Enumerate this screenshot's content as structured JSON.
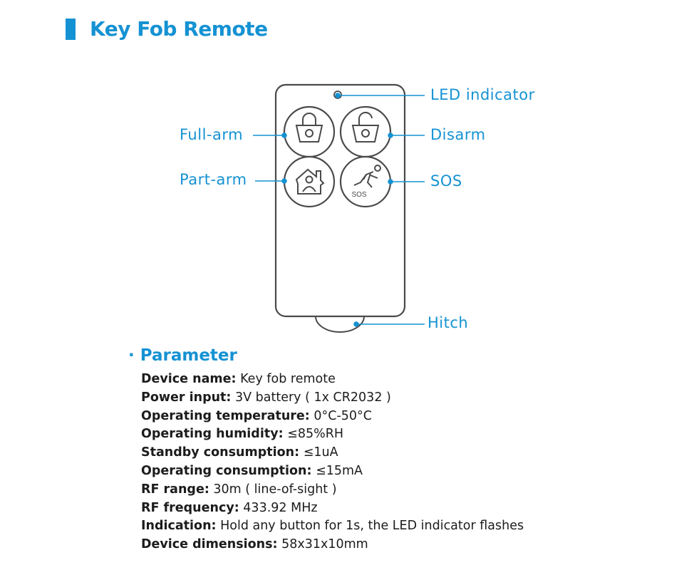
{
  "header": {
    "title": "Key Fob Remote"
  },
  "diagram": {
    "callouts": {
      "led": "LED indicator",
      "full_arm": "Full-arm",
      "disarm": "Disarm",
      "part_arm": "Part-arm",
      "sos": "SOS",
      "hitch": "Hitch"
    },
    "sos_button_text": "SOS",
    "colors": {
      "accent": "#1592d3",
      "outline": "#4a4a4a"
    },
    "icons": [
      "lock-closed-icon",
      "lock-open-icon",
      "home-person-icon",
      "running-person-icon"
    ]
  },
  "parameters": {
    "title": "· Parameter",
    "rows": [
      {
        "key": "Device name:",
        "value": " Key fob remote"
      },
      {
        "key": "Power input:",
        "value": " 3V battery ( 1x CR2032 )"
      },
      {
        "key": "Operating temperature:",
        "value": " 0°C-50°C"
      },
      {
        "key": "Operating humidity:",
        "value": " ≤85%RH"
      },
      {
        "key": "Standby consumption:",
        "value": " ≤1uA"
      },
      {
        "key": "Operating consumption:",
        "value": " ≤15mA"
      },
      {
        "key": "RF range:",
        "value": " 30m ( line-of-sight )"
      },
      {
        "key": "RF frequency:",
        "value": " 433.92 MHz"
      },
      {
        "key": "Indication:",
        "value": " Hold any button for 1s, the LED indicator flashes"
      },
      {
        "key": "Device dimensions:",
        "value": " 58x31x10mm"
      }
    ]
  }
}
